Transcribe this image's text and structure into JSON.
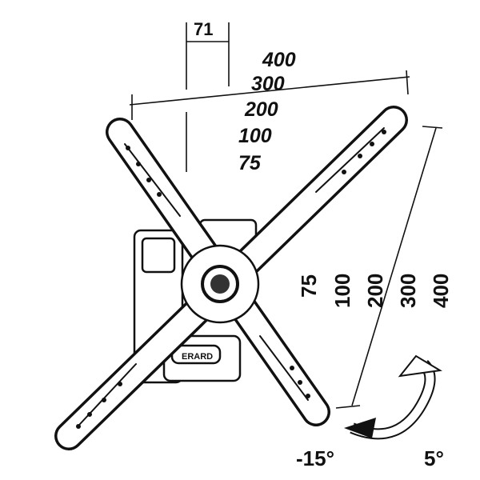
{
  "dimensions": {
    "offset_label": "71",
    "horizontal_vesa": [
      "400",
      "300",
      "200",
      "100",
      "75"
    ],
    "vertical_vesa": [
      "75",
      "100",
      "200",
      "300",
      "400"
    ]
  },
  "tilt": {
    "down_label": "-15°",
    "up_label": "5°"
  },
  "brand_logo": "ERARD"
}
